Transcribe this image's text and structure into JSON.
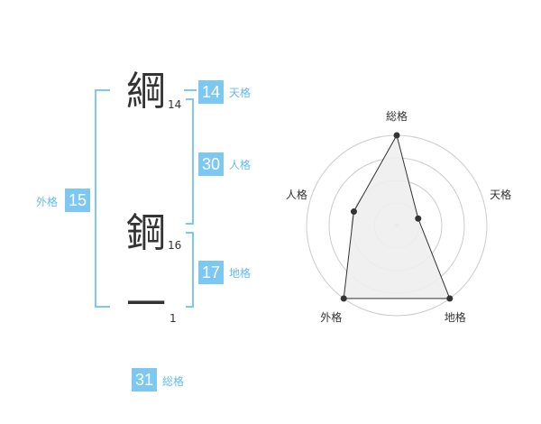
{
  "name": {
    "chars": [
      {
        "char": "綱",
        "strokes": "14"
      },
      {
        "char": "鋼",
        "strokes": "16"
      },
      {
        "char": "一",
        "strokes": "1"
      }
    ]
  },
  "kakusu": {
    "tenkaku": {
      "value": "14",
      "label": "天格"
    },
    "jinkaku": {
      "value": "30",
      "label": "人格"
    },
    "chikaku": {
      "value": "17",
      "label": "地格"
    },
    "gaikaku": {
      "value": "15",
      "label": "外格"
    },
    "soukaku": {
      "value": "31",
      "label": "総格"
    }
  },
  "chart_data": {
    "type": "radar",
    "axes": [
      "総格",
      "天格",
      "地格",
      "外格",
      "人格"
    ],
    "values": [
      4,
      1,
      4,
      4,
      2
    ],
    "max": 4,
    "rings": 4,
    "colors": {
      "line": "#333333",
      "fill": "#eeeeee",
      "grid": "#cccccc"
    }
  },
  "colors": {
    "accent": "#7cc8f0",
    "accent_text": "#66bbee"
  }
}
